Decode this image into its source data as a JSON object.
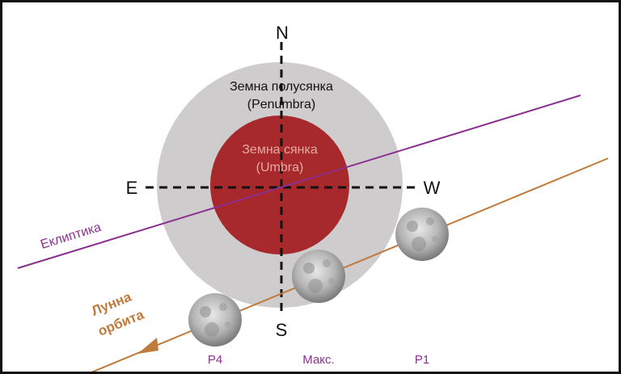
{
  "compass": {
    "north": "N",
    "south": "S",
    "east": "E",
    "west": "W"
  },
  "penumbra": {
    "line1": "Земна полусянка",
    "line2": "(Penumbra)"
  },
  "umbra": {
    "line1": "Земна сянка",
    "line2": "(Umbra)"
  },
  "ecliptic": {
    "label": "Еклиптика"
  },
  "orbit": {
    "line1": "Лунна",
    "line2": "орбита"
  },
  "positions": {
    "p4": "P4",
    "max": "Макс.",
    "p1": "P1"
  },
  "colors": {
    "frame": "#111111",
    "penumbra": "#cfcccd",
    "umbra": "#a8292c",
    "umbra_text": "#e6a9a2",
    "ecliptic": "#8b2f8f",
    "orbit": "#c07a3c",
    "position_labels": "#8b2f8f",
    "axis": "#111111"
  }
}
